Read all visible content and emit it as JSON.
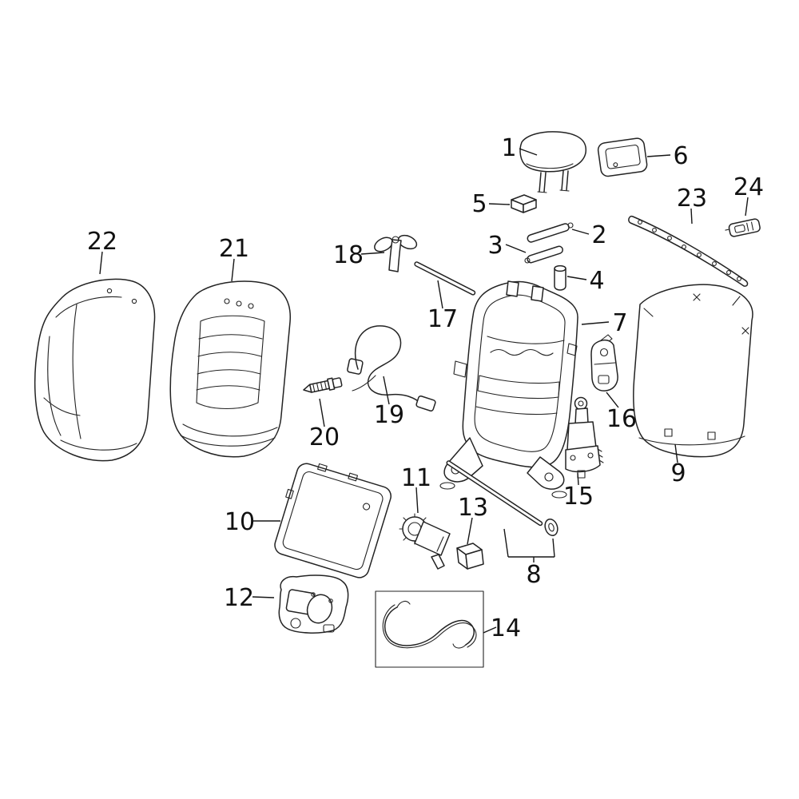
{
  "diagram": {
    "title": "Seat back components exploded parts diagram",
    "colors": {
      "background": "#ffffff",
      "line": "#232323",
      "label": "#111111"
    },
    "callouts": [
      {
        "label": "1"
      },
      {
        "label": "2"
      },
      {
        "label": "3"
      },
      {
        "label": "4"
      },
      {
        "label": "5"
      },
      {
        "label": "6"
      },
      {
        "label": "7"
      },
      {
        "label": "8"
      },
      {
        "label": "9"
      },
      {
        "label": "10"
      },
      {
        "label": "11"
      },
      {
        "label": "12"
      },
      {
        "label": "13"
      },
      {
        "label": "14"
      },
      {
        "label": "15"
      },
      {
        "label": "16"
      },
      {
        "label": "17"
      },
      {
        "label": "18"
      },
      {
        "label": "19"
      },
      {
        "label": "20"
      },
      {
        "label": "21"
      },
      {
        "label": "22"
      },
      {
        "label": "23"
      },
      {
        "label": "24"
      }
    ]
  }
}
